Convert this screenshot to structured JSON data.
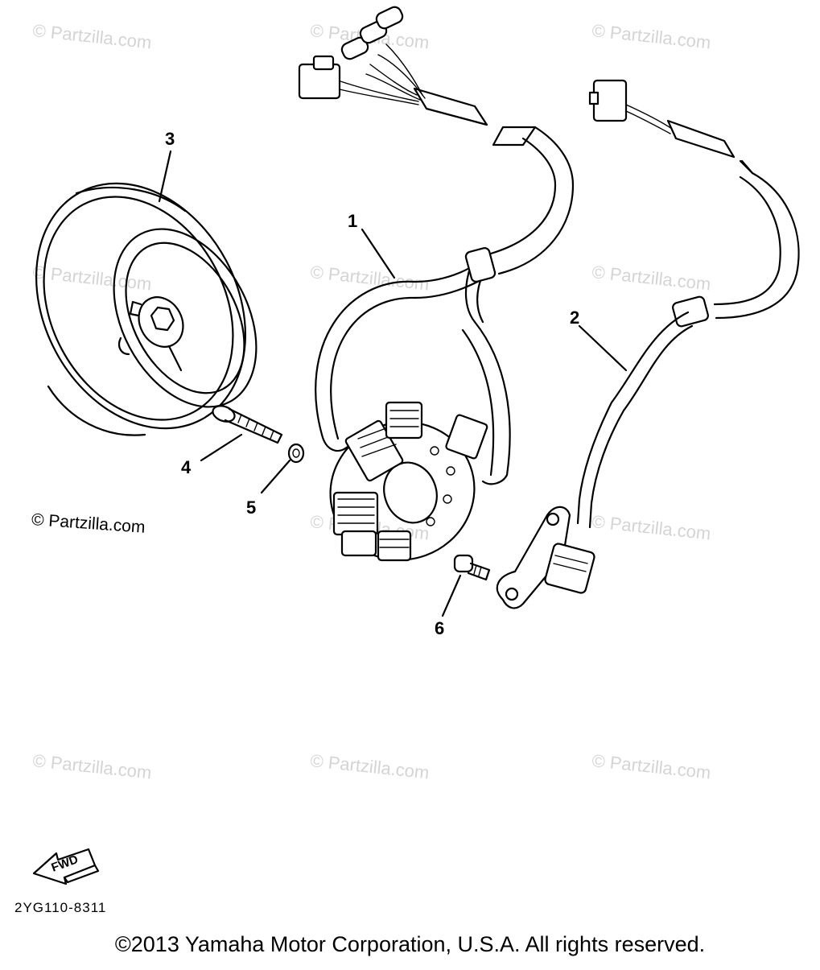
{
  "diagram": {
    "watermark_text": "© Partzilla.com",
    "callouts": [
      {
        "id": "1",
        "label": "1",
        "part": "stator-assembly"
      },
      {
        "id": "2",
        "label": "2",
        "part": "pickup-coil-assembly"
      },
      {
        "id": "3",
        "label": "3",
        "part": "rotor-flywheel"
      },
      {
        "id": "4",
        "label": "4",
        "part": "bolt"
      },
      {
        "id": "5",
        "label": "5",
        "part": "washer"
      },
      {
        "id": "6",
        "label": "6",
        "part": "screw"
      }
    ],
    "fwd_label": "FWD",
    "part_number": "2YG110-8311",
    "credit": "© Partzilla.com",
    "copyright": "©2013  Yamaha Motor Corporation, U.S.A. All rights reserved."
  }
}
